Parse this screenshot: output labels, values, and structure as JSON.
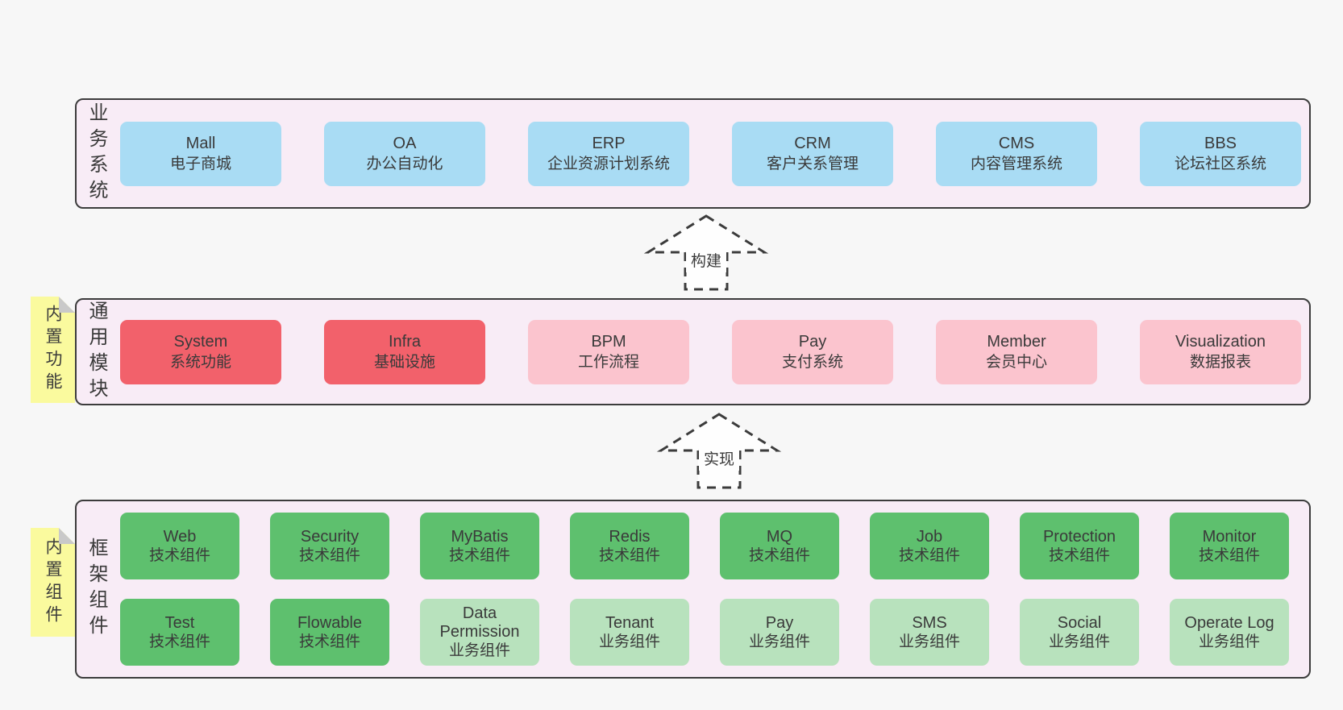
{
  "colors": {
    "page_bg": "#f7f7f7",
    "container_bg": "#f8ecf6",
    "container_border": "#3c3c3c",
    "blue_box": "#a9dcf4",
    "red_box": "#f2616b",
    "pink_box": "#fbc4ce",
    "green_box": "#5ec06e",
    "light_green_box": "#b8e2bd",
    "note_bg": "#fafa9e",
    "note_fold": "#c9c9c9",
    "arrow_fill": "#fefefe",
    "text": "#3a3a3a"
  },
  "layers": [
    {
      "id": "business-systems",
      "label": "业务系统",
      "boxes": [
        {
          "title": "Mall",
          "subtitle": "电子商城",
          "type": "blue"
        },
        {
          "title": "OA",
          "subtitle": "办公自动化",
          "type": "blue"
        },
        {
          "title": "ERP",
          "subtitle": "企业资源计划系统",
          "type": "blue"
        },
        {
          "title": "CRM",
          "subtitle": "客户关系管理",
          "type": "blue"
        },
        {
          "title": "CMS",
          "subtitle": "内容管理系统",
          "type": "blue"
        },
        {
          "title": "BBS",
          "subtitle": "论坛社区系统",
          "type": "blue"
        }
      ]
    },
    {
      "id": "common-modules",
      "label": "通用模块",
      "note": "内置功能",
      "boxes": [
        {
          "title": "System",
          "subtitle": "系统功能",
          "type": "red"
        },
        {
          "title": "Infra",
          "subtitle": "基础设施",
          "type": "red"
        },
        {
          "title": "BPM",
          "subtitle": "工作流程",
          "type": "pink"
        },
        {
          "title": "Pay",
          "subtitle": "支付系统",
          "type": "pink"
        },
        {
          "title": "Member",
          "subtitle": "会员中心",
          "type": "pink"
        },
        {
          "title": "Visualization",
          "subtitle": "数据报表",
          "type": "pink"
        }
      ]
    },
    {
      "id": "framework-components",
      "label": "框架组件",
      "note": "内置组件",
      "boxes": [
        {
          "title": "Web",
          "subtitle": "技术组件",
          "type": "green"
        },
        {
          "title": "Security",
          "subtitle": "技术组件",
          "type": "green"
        },
        {
          "title": "MyBatis",
          "subtitle": "技术组件",
          "type": "green"
        },
        {
          "title": "Redis",
          "subtitle": "技术组件",
          "type": "green"
        },
        {
          "title": "MQ",
          "subtitle": "技术组件",
          "type": "green"
        },
        {
          "title": "Job",
          "subtitle": "技术组件",
          "type": "green"
        },
        {
          "title": "Protection",
          "subtitle": "技术组件",
          "type": "green"
        },
        {
          "title": "Monitor",
          "subtitle": "技术组件",
          "type": "green"
        },
        {
          "title": "Test",
          "subtitle": "技术组件",
          "type": "green"
        },
        {
          "title": "Flowable",
          "subtitle": "技术组件",
          "type": "green"
        },
        {
          "title": "Data Permission",
          "subtitle": "业务组件",
          "type": "light-green"
        },
        {
          "title": "Tenant",
          "subtitle": "业务组件",
          "type": "light-green"
        },
        {
          "title": "Pay",
          "subtitle": "业务组件",
          "type": "light-green"
        },
        {
          "title": "SMS",
          "subtitle": "业务组件",
          "type": "light-green"
        },
        {
          "title": "Social",
          "subtitle": "业务组件",
          "type": "light-green"
        },
        {
          "title": "Operate Log",
          "subtitle": "业务组件",
          "type": "light-green"
        }
      ]
    }
  ],
  "arrows": [
    {
      "label": "构建"
    },
    {
      "label": "实现"
    }
  ]
}
